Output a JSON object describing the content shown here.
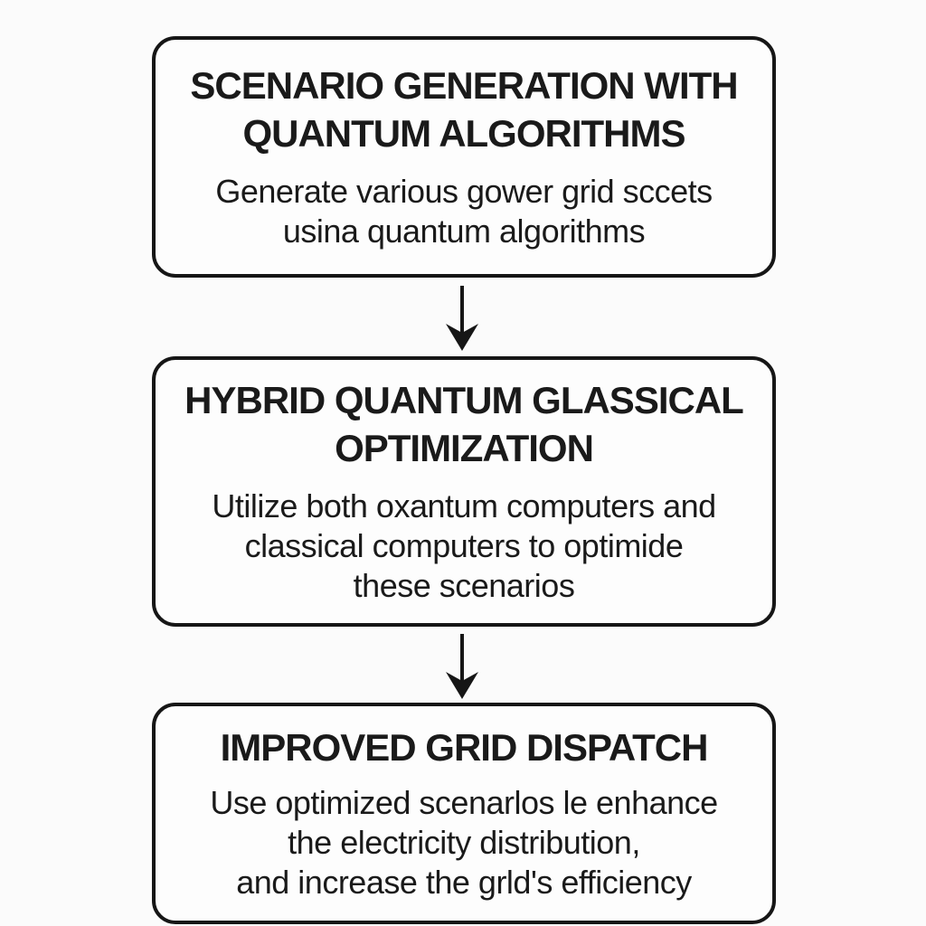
{
  "diagram": {
    "steps": [
      {
        "title_lines": [
          "SCENARIO GENERATION WITH",
          "QUANTUM ALGORITHMS"
        ],
        "body_lines": [
          "Generate various gower grid sccets",
          "usina quantum algorithms",
          ""
        ]
      },
      {
        "title_lines": [
          "HYBRID QUANTUM GLASSICAL",
          "OPTIMIZATION"
        ],
        "body_lines": [
          "Utilize both oxantum computers and",
          "classical computers to optimide",
          "these scenarios"
        ]
      },
      {
        "title_lines": [
          "IMPROVED GRID DISPATCH",
          ""
        ],
        "body_lines": [
          "Use optimized scenarlos le enhance",
          "the electricity distribution,",
          "and increase the grld's efficiency"
        ]
      }
    ],
    "colors": {
      "background": "#fbfbfb",
      "box_fill": "#fdfdfd",
      "border": "#161616",
      "text": "#1a1a1a"
    }
  }
}
